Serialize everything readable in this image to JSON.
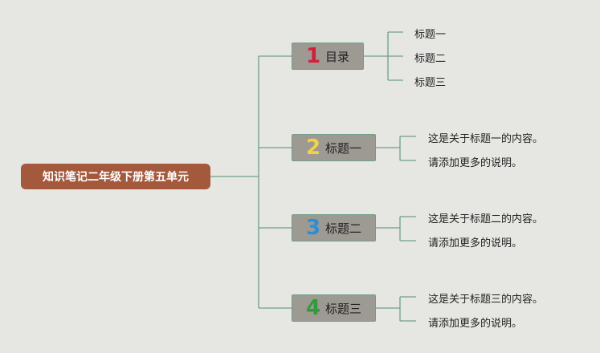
{
  "root": {
    "title": "知识笔记二年级下册第五单元"
  },
  "branches": [
    {
      "number": "1",
      "label": "目录",
      "number_color": "#d21f3c",
      "children": [
        "标题一",
        "标题二",
        "标题三"
      ]
    },
    {
      "number": "2",
      "label": "标题一",
      "number_color": "#f2d24a",
      "children": [
        "这是关于标题一的内容。",
        "请添加更多的说明。"
      ]
    },
    {
      "number": "3",
      "label": "标题二",
      "number_color": "#2b8fd6",
      "children": [
        "这是关于标题二的内容。",
        "请添加更多的说明。"
      ]
    },
    {
      "number": "4",
      "label": "标题三",
      "number_color": "#2f9b3a",
      "children": [
        "这是关于标题三的内容。",
        "请添加更多的说明。"
      ]
    }
  ],
  "colors": {
    "background": "#e6e7e3",
    "root": "#a4593c",
    "node": "#9d9993",
    "connector": "#6f9f86"
  }
}
